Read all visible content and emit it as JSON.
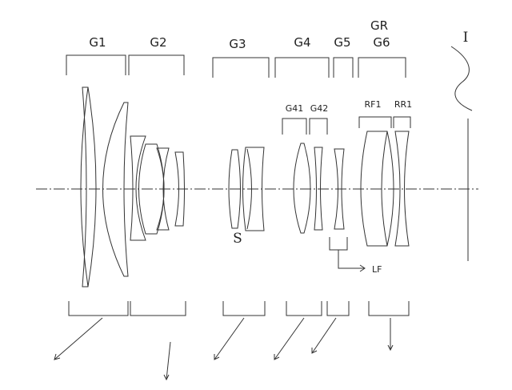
{
  "labels": {
    "g1": "G1",
    "g2": "G2",
    "g3": "G3",
    "g4": "G4",
    "g5": "G5",
    "gr": "GR",
    "g6": "G6",
    "image_plane": "I",
    "g41": "G41",
    "g42": "G42",
    "rf1": "RF1",
    "rr1": "RR1",
    "stop": "S",
    "lf": "LF"
  },
  "colors": {
    "line": "#333333",
    "text": "#222222",
    "background": "#ffffff"
  }
}
